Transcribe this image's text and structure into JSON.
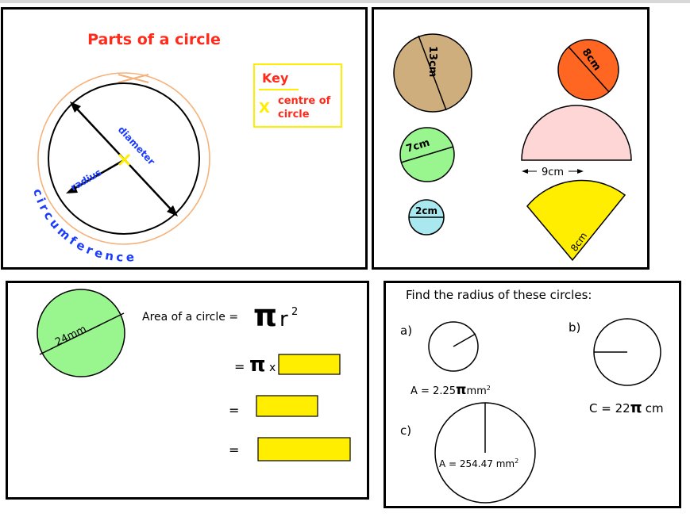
{
  "parts_panel": {
    "title": "Parts of a circle",
    "diameter_label": "diameter",
    "radius_label": "radius",
    "circumference_label": "circumference",
    "key": {
      "title": "Key",
      "symbol": "X",
      "text_line1": "centre of",
      "text_line2": "circle"
    }
  },
  "shapes_panel": {
    "labels": [
      "13cm",
      "8cm",
      "7cm",
      "9cm",
      "2cm",
      "8cm"
    ]
  },
  "area_panel": {
    "diameter_label": "24mm",
    "formula_text": "Area of a circle =",
    "pi": "π",
    "r": "r",
    "square": "2",
    "eq": "=",
    "times": "x"
  },
  "radius_panel": {
    "title": "Find the radius of these circles:",
    "a_label": "a)",
    "a_value": "A = 2.25",
    "a_unit": "mm",
    "b_label": "b)",
    "b_value": "C = 22",
    "b_unit": "cm",
    "c_label": "c)",
    "c_value": "A = 254.47 mm",
    "pi": "π",
    "square": "2"
  },
  "colors": {
    "title_red": "#ff2a1a",
    "blue_text": "#1a3cff",
    "yellow": "#ffff00",
    "tan": "#cfae7e",
    "orange": "#ff6622",
    "green": "#99f58e",
    "cyan": "#a9e8ee",
    "pink": "#ffd6d6",
    "peach": "#f5b27a"
  }
}
